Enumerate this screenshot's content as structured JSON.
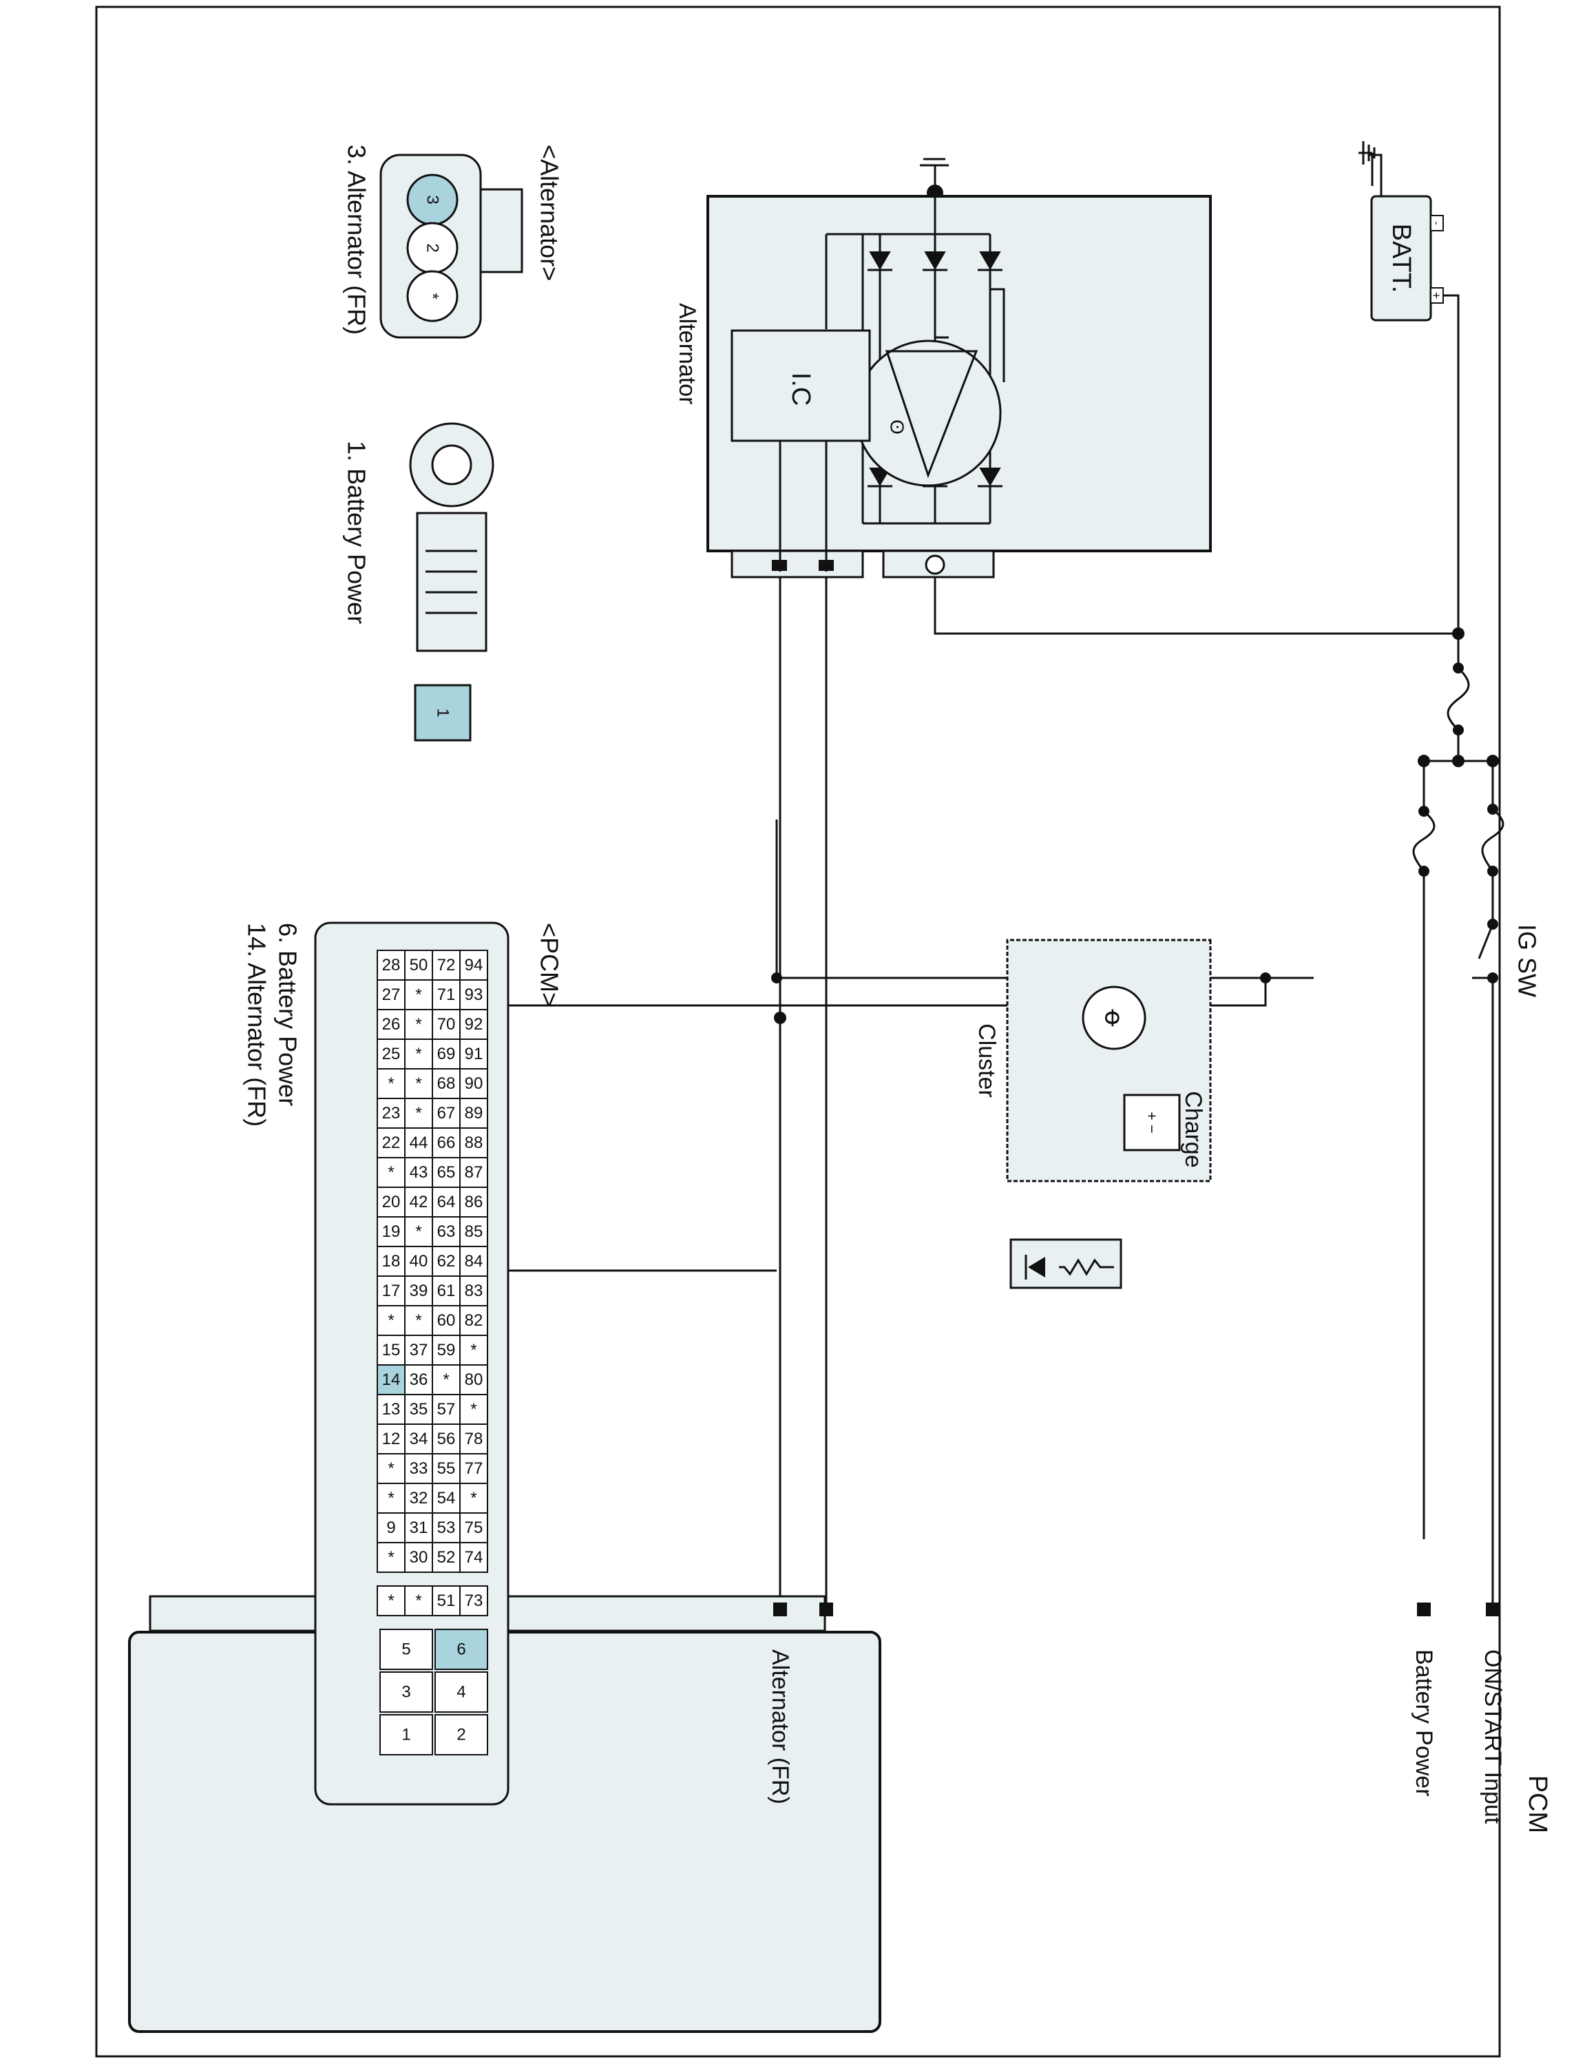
{
  "diagram": {
    "batt_label": "BATT.",
    "batt_neg": "-",
    "batt_pos": "+",
    "alternator_label": "Alternator",
    "ic_label": "I.C",
    "ig_sw_label": "IG SW",
    "cluster_label": "Cluster",
    "charge_label": "Charge",
    "pcm_label": "PCM",
    "pcm_pins": [
      "Battery Power",
      "ON/START Input",
      "Alternator (FR)"
    ]
  },
  "connectors": {
    "alternator": {
      "title": "<Alternator>",
      "pins": [
        "3",
        "2",
        "*"
      ],
      "pin_note": "3. Alternator (FR)",
      "terminal_label": "1. Battery Power",
      "terminal_pin": "1"
    },
    "pcm": {
      "title": "<PCM>",
      "notes": [
        "6. Battery Power",
        "14. Alternator (FR)"
      ],
      "rows": [
        [
          "94",
          "93",
          "92",
          "91",
          "90",
          "89",
          "88",
          "87",
          "86",
          "85",
          "84",
          "83",
          "82",
          "*",
          "80",
          "*",
          "78",
          "77",
          "*",
          "75",
          "74"
        ],
        [
          "72",
          "71",
          "70",
          "69",
          "68",
          "67",
          "66",
          "65",
          "64",
          "63",
          "62",
          "61",
          "60",
          "59",
          "*",
          "57",
          "56",
          "55",
          "54",
          "53",
          "52"
        ],
        [
          "50",
          "*",
          "*",
          "*",
          "*",
          "*",
          "44",
          "43",
          "42",
          "*",
          "40",
          "39",
          "*",
          "37",
          "36",
          "35",
          "34",
          "33",
          "32",
          "31",
          "30"
        ],
        [
          "28",
          "27",
          "26",
          "25",
          "*",
          "23",
          "22",
          "*",
          "20",
          "19",
          "18",
          "17",
          "*",
          "15",
          "14",
          "13",
          "12",
          "*",
          "*",
          "9",
          "*"
        ]
      ],
      "small_col": [
        "73",
        "51",
        "*",
        "*"
      ],
      "power_grid": [
        [
          "6",
          "5"
        ],
        [
          "4",
          "3"
        ],
        [
          "2",
          "1"
        ]
      ],
      "highlight": [
        "14",
        "6"
      ]
    }
  },
  "colors": {
    "highlight": "#a9d4de",
    "box_fill": "#e8f0f2",
    "line": "#111111"
  }
}
